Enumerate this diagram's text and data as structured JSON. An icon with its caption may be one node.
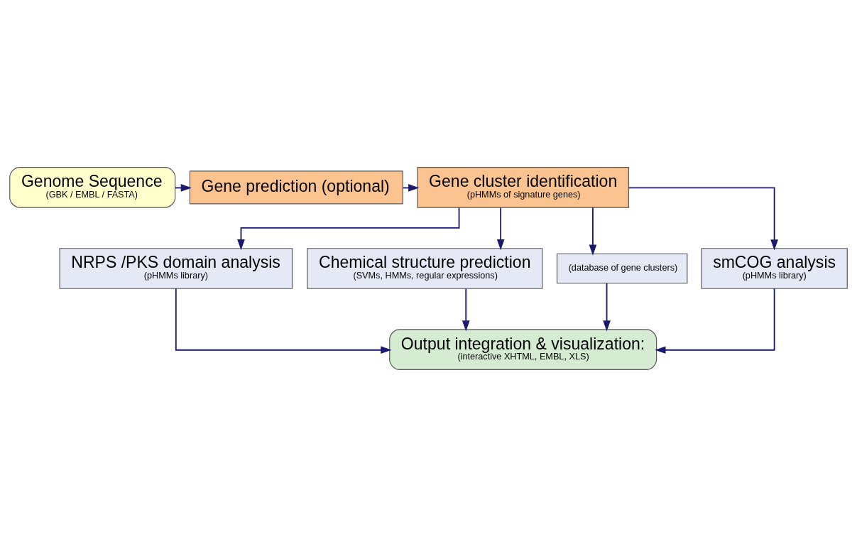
{
  "diagram": {
    "nodes": [
      {
        "text": [
          "Genome Sequence",
          "(GBK / EMBL / FASTA)"
        ]
      },
      {
        "text": [
          "Gene prediction (optional)"
        ]
      },
      {
        "text": [
          "Gene cluster identification",
          "(pHMMs of signature genes)"
        ]
      },
      {
        "text": [
          "NRPS /PKS domain analysis",
          "(pHMMs library)"
        ]
      },
      {
        "text": [
          "Chemical structure prediction",
          "(SVMs, HMMs, regular expressions)"
        ]
      },
      {
        "text": [
          "(database of gene clusters)"
        ]
      },
      {
        "text": [
          "smCOG analysis",
          "(pHMMs library)"
        ]
      },
      {
        "text": [
          "Output integration & visualization:",
          "(interactive XHTML, EMBL, XLS)"
        ]
      }
    ],
    "edges": [
      {
        "from": 0,
        "to": 1,
        "arrow": "to"
      },
      {
        "from": 1,
        "to": 2,
        "arrow": "to"
      },
      {
        "from": 2,
        "to": 3,
        "arrow": "to"
      },
      {
        "from": 2,
        "to": 4,
        "arrow": "to"
      },
      {
        "from": 2,
        "to": 5,
        "arrow": "to"
      },
      {
        "from": 2,
        "to": 6,
        "arrow": "to"
      },
      {
        "from": 3,
        "to": 7,
        "arrow": "to"
      },
      {
        "from": 4,
        "to": 7,
        "arrow": "to"
      },
      {
        "from": 5,
        "to": 7,
        "arrow": "to"
      },
      {
        "from": 6,
        "to": 7,
        "arrow": "to"
      }
    ]
  }
}
